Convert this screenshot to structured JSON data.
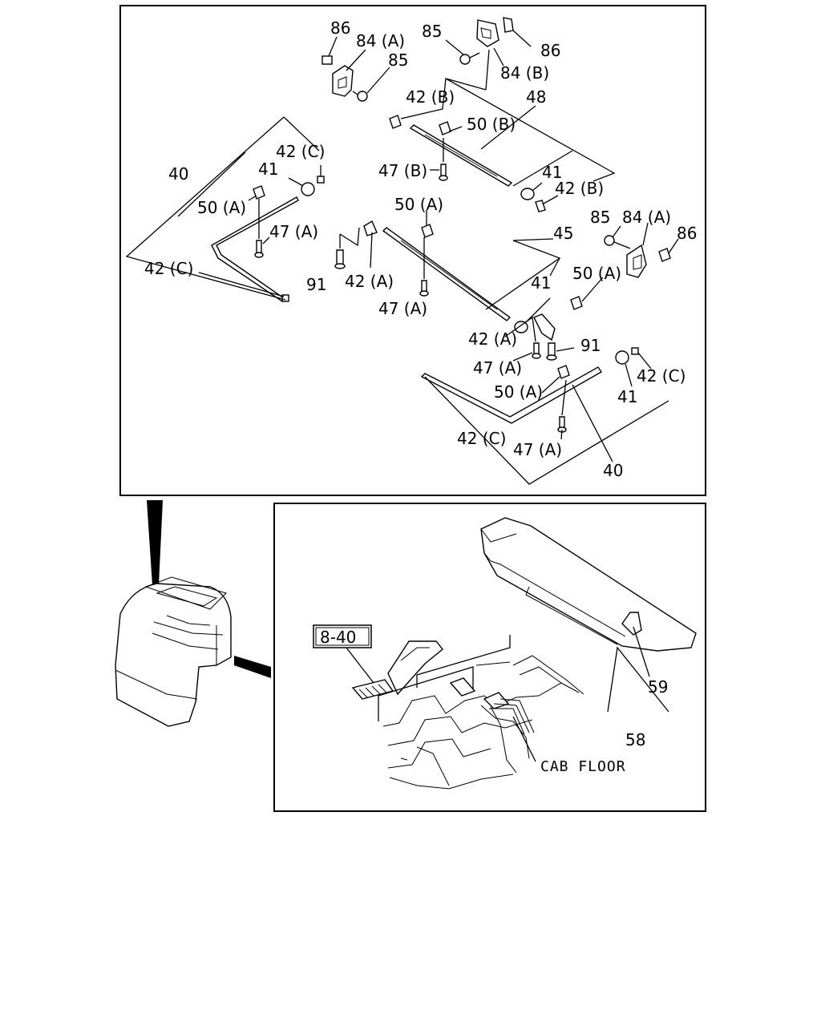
{
  "top_labels": [
    {
      "id": "l86a",
      "text": "86"
    },
    {
      "id": "l84Aa",
      "text": "84 (A)"
    },
    {
      "id": "l85a",
      "text": "85"
    },
    {
      "id": "l85b",
      "text": "85"
    },
    {
      "id": "l86b",
      "text": "86"
    },
    {
      "id": "l84B",
      "text": "84 (B)"
    },
    {
      "id": "l42Ba",
      "text": "42 (B)"
    },
    {
      "id": "l48",
      "text": "48"
    },
    {
      "id": "l50B",
      "text": "50 (B)"
    },
    {
      "id": "l42Ca",
      "text": "42 (C)"
    },
    {
      "id": "l40a",
      "text": "40"
    },
    {
      "id": "l41a",
      "text": "41"
    },
    {
      "id": "l47B",
      "text": "47 (B)"
    },
    {
      "id": "l41b",
      "text": "41"
    },
    {
      "id": "l42Bb",
      "text": "42 (B)"
    },
    {
      "id": "l50Aa",
      "text": "50 (A)"
    },
    {
      "id": "l50Ab",
      "text": "50 (A)"
    },
    {
      "id": "l47Aa",
      "text": "47 (A)"
    },
    {
      "id": "l85c",
      "text": "85"
    },
    {
      "id": "l84Ab",
      "text": "84 (A)"
    },
    {
      "id": "l45",
      "text": "45"
    },
    {
      "id": "l86c",
      "text": "86"
    },
    {
      "id": "l42Cb",
      "text": "42 (C)"
    },
    {
      "id": "l91a",
      "text": "91"
    },
    {
      "id": "l42Aa",
      "text": "42 (A)"
    },
    {
      "id": "l41c",
      "text": "41"
    },
    {
      "id": "l50Ac",
      "text": "50 (A)"
    },
    {
      "id": "l47Ab",
      "text": "47 (A)"
    },
    {
      "id": "l42Ab",
      "text": "42 (A)"
    },
    {
      "id": "l91b",
      "text": "91"
    },
    {
      "id": "l47Ac",
      "text": "47 (A)"
    },
    {
      "id": "l42Cc",
      "text": "42 (C)"
    },
    {
      "id": "l50Ad",
      "text": "50 (A)"
    },
    {
      "id": "l41d",
      "text": "41"
    },
    {
      "id": "l42Cd",
      "text": "42 (C)"
    },
    {
      "id": "l47Ad",
      "text": "47 (A)"
    },
    {
      "id": "l40b",
      "text": "40"
    }
  ],
  "bottom_labels": {
    "ref_box": "8-40",
    "l59": "59",
    "l58": "58",
    "cab_floor": "CAB FLOOR"
  }
}
